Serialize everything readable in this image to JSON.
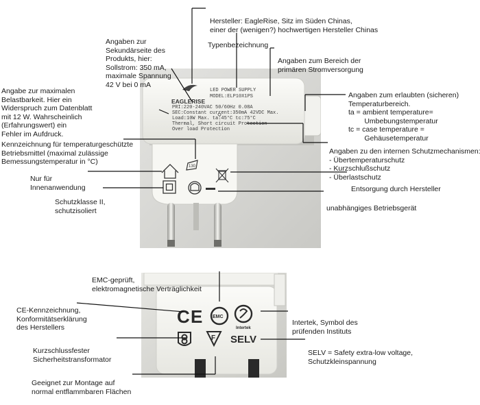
{
  "photo_top": {
    "logo": "EAGLERISE",
    "label_lines": [
      "LED  POWER  SUPPLY",
      "MODEL:ELP10X1PS",
      "PRI:220-240VAC  50/60Hz 0.08A",
      "SEC:Constant current:350mA  42VDC Max.",
      "Load:10W Max.          ta:45°C  tc:75°C",
      "Thermal, Short circuit Protection",
      "Over load Protection"
    ],
    "temp_symbol": "130"
  },
  "photo_bottom": {
    "emc_symbol": "EMC",
    "intertek_symbol": "Intertek",
    "fuse_symbol": "F",
    "selv_symbol": "SELV"
  },
  "annotations": [
    {
      "id": "hersteller",
      "lines": [
        "Hersteller: EagleRise, Sitz im Süden Chinas,",
        "einer der (wenigen?) hochwertigen Hersteller Chinas"
      ]
    },
    {
      "id": "typenbezeichnung",
      "lines": [
        "Typenbezeichnung"
      ]
    },
    {
      "id": "sekundaerseite",
      "lines": [
        "Angaben zur",
        "Sekundärseite des",
        "Produkts, hier:",
        "Sollstrom: 350 mA,",
        "maximale Spannung",
        "42 V bei 0 mA"
      ]
    },
    {
      "id": "primaer",
      "lines": [
        "Angaben zum Bereich der",
        "primären Stromversorgung"
      ]
    },
    {
      "id": "belastbarkeit",
      "lines": [
        "Angabe zur maximalen",
        "Belastbarkeit. Hier ein",
        "Widerspruch zum Datenblatt",
        "mit 12 W. Wahrscheinlich",
        "(Erfahrungswert) ein",
        "Fehler im Aufdruck."
      ]
    },
    {
      "id": "temperaturbereich",
      "lines": [
        "Angaben zum erlaubten (sicheren)",
        "Temperaturbereich.",
        "ta = ambient temperature=",
        "        Umbebungstemperatur",
        "tc = case temperature =",
        "        Gehäusetemperatur"
      ]
    },
    {
      "id": "temperaturgeschuetzt",
      "lines": [
        "Kennzeichnung für temperaturgeschützte",
        "Betriebsmittel (maximal zulässige",
        "Bemessungstemperatur in °C)"
      ]
    },
    {
      "id": "schutzmechanismen",
      "lines": [
        "Angaben zu den internen Schutzmechanismen:",
        "- Übertemperaturschutz",
        "- Kurzschlußschutz",
        "- Überlastschutz"
      ]
    },
    {
      "id": "innen",
      "lines": [
        "Nur für",
        "Innenanwendung"
      ]
    },
    {
      "id": "entsorgung",
      "lines": [
        "Entsorgung durch Hersteller"
      ]
    },
    {
      "id": "schutzklasse",
      "lines": [
        "Schutzklasse II,",
        "schutzisoliert"
      ]
    },
    {
      "id": "unabhaengig",
      "lines": [
        "unabhängiges Betriebsgerät"
      ]
    },
    {
      "id": "emc",
      "lines": [
        "EMC-geprüft,",
        "elektromagnetische Verträglichkeit"
      ]
    },
    {
      "id": "ce",
      "lines": [
        "CE-Kennzeichnung,",
        "Konformitätserklärung",
        "des Herstellers"
      ]
    },
    {
      "id": "intertek",
      "lines": [
        "Intertek, Symbol des",
        "prüfenden Instituts"
      ]
    },
    {
      "id": "kurzschlussfest",
      "lines": [
        "Kurzschlussfester",
        "Sicherheitstransformator"
      ]
    },
    {
      "id": "selv",
      "lines": [
        "SELV = Safety extra-low voltage,",
        "Schutzkleinspannung"
      ]
    },
    {
      "id": "montage",
      "lines": [
        "Geeignet zur Montage auf",
        "normal entflammbaren Flächen"
      ]
    }
  ]
}
